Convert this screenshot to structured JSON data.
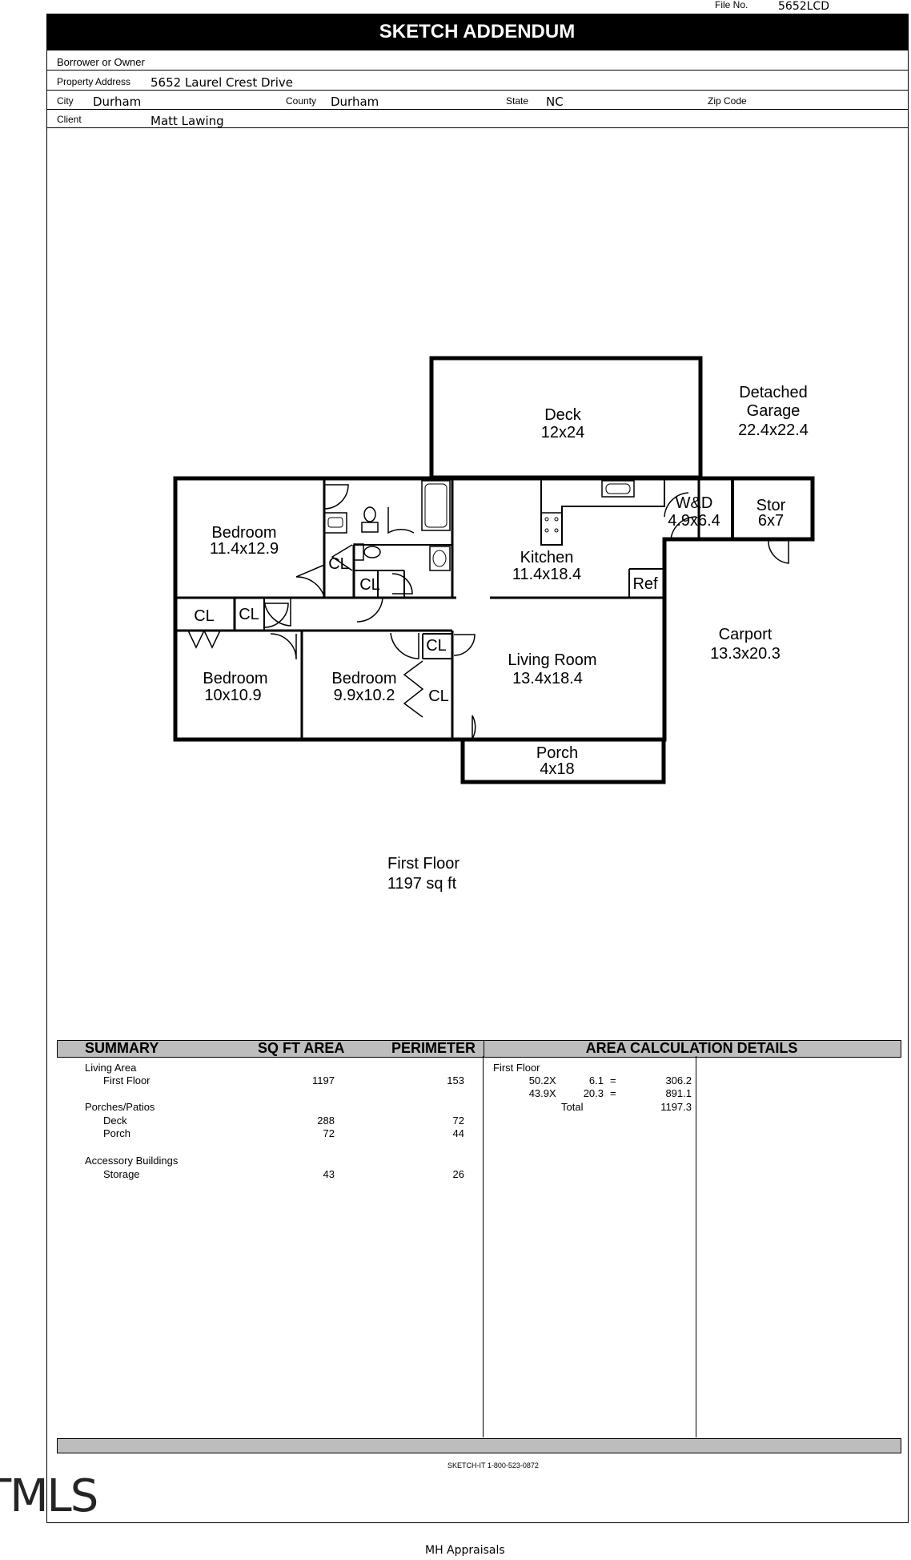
{
  "file_no": {
    "label": "File No.",
    "value": "5652LCD"
  },
  "title": "SKETCH ADDENDUM",
  "fields": {
    "borrower_label": "Borrower or Owner",
    "address_label": "Property Address",
    "address_value": "5652 Laurel Crest Drive",
    "city_label": "City",
    "city_value": "Durham",
    "county_label": "County",
    "county_value": "Durham",
    "state_label": "State",
    "state_value": "NC",
    "zip_label": "Zip Code",
    "client_label": "Client",
    "client_value": "Matt Lawing"
  },
  "sketch": {
    "deck": {
      "name": "Deck",
      "dim": "12x24"
    },
    "garage": {
      "line1": "Detached",
      "line2": "Garage",
      "dim": "22.4x22.4"
    },
    "bedroom1": {
      "name": "Bedroom",
      "dim": "11.4x12.9"
    },
    "kitchen": {
      "name": "Kitchen",
      "dim": "11.4x18.4"
    },
    "wd": {
      "name": "W&D",
      "dim": "4.9x6.4"
    },
    "stor": {
      "name": "Stor",
      "dim": "6x7"
    },
    "ref": "Ref",
    "cl": "CL",
    "carport": {
      "name": "Carport",
      "dim": "13.3x20.3"
    },
    "bedroom2": {
      "name": "Bedroom",
      "dim": "10x10.9"
    },
    "bedroom3": {
      "name": "Bedroom",
      "dim": "9.9x10.2"
    },
    "living": {
      "name": "Living Room",
      "dim": "13.4x18.4"
    },
    "porch": {
      "name": "Porch",
      "dim": "4x18"
    },
    "floor_label": "First Floor",
    "floor_area": "1197 sq ft"
  },
  "summary": {
    "headers": {
      "summary": "SUMMARY",
      "area": "SQ FT AREA",
      "perimeter": "PERIMETER",
      "details": "AREA CALCULATION DETAILS"
    },
    "groups": [
      {
        "title": "Living Area",
        "rows": [
          {
            "name": "First Floor",
            "area": "1197",
            "perimeter": "153"
          }
        ]
      },
      {
        "title": "Porches/Patios",
        "rows": [
          {
            "name": "Deck",
            "area": "288",
            "perimeter": "72"
          },
          {
            "name": "Porch",
            "area": "72",
            "perimeter": "44"
          }
        ]
      },
      {
        "title": "Accessory Buildings",
        "rows": [
          {
            "name": "Storage",
            "area": "43",
            "perimeter": "26"
          }
        ]
      }
    ],
    "details": {
      "title": "First Floor",
      "rows": [
        {
          "a": "50.2",
          "x": "X",
          "b": "6.1",
          "eq": "=",
          "result": "306.2"
        },
        {
          "a": "43.9",
          "x": "X",
          "b": "20.3",
          "eq": "=",
          "result": "891.1"
        }
      ],
      "total_label": "Total",
      "total_value": "1197.3"
    }
  },
  "footer_credit": "SKETCH-IT 1-800-523-0872",
  "watermark": "TMLS",
  "appraiser": "MH Appraisals"
}
